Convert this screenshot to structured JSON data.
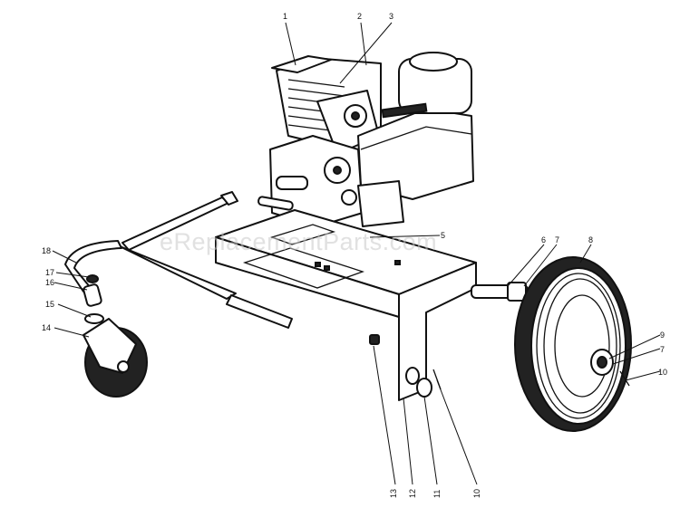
{
  "watermark": "eReplacementParts.com",
  "callouts": [
    {
      "id": "c1",
      "label": "1"
    },
    {
      "id": "c2",
      "label": "2"
    },
    {
      "id": "c3",
      "label": "3"
    },
    {
      "id": "c5",
      "label": "5"
    },
    {
      "id": "c6",
      "label": "6"
    },
    {
      "id": "c7a",
      "label": "7"
    },
    {
      "id": "c8",
      "label": "8"
    },
    {
      "id": "c9",
      "label": "9"
    },
    {
      "id": "c7b",
      "label": "7"
    },
    {
      "id": "c10a",
      "label": "10"
    },
    {
      "id": "c18",
      "label": "18"
    },
    {
      "id": "c17",
      "label": "17"
    },
    {
      "id": "c16",
      "label": "16"
    },
    {
      "id": "c15",
      "label": "15"
    },
    {
      "id": "c14",
      "label": "14"
    },
    {
      "id": "c13",
      "label": "13"
    },
    {
      "id": "c12",
      "label": "12"
    },
    {
      "id": "c11",
      "label": "11"
    },
    {
      "id": "c10b",
      "label": "10"
    }
  ]
}
